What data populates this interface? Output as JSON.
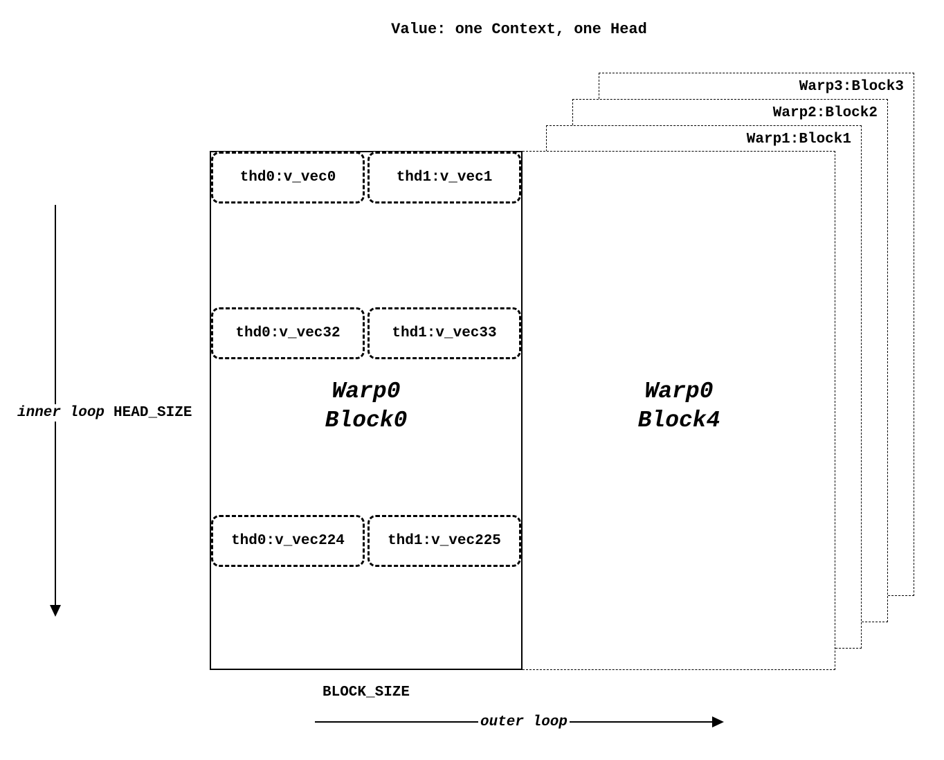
{
  "title": "Value: one Context, one Head",
  "background_blocks": [
    {
      "label": "Warp3:Block3"
    },
    {
      "label": "Warp2:Block2"
    },
    {
      "label": "Warp1:Block1"
    }
  ],
  "solid_block": {
    "label_line1": "Warp0",
    "label_line2": "Block0"
  },
  "front_dashed_block": {
    "label_line1": "Warp0",
    "label_line2": "Block4"
  },
  "thread_cells": [
    {
      "row": 0,
      "col": 0,
      "label": "thd0:v_vec0"
    },
    {
      "row": 0,
      "col": 1,
      "label": "thd1:v_vec1"
    },
    {
      "row": 1,
      "col": 0,
      "label": "thd0:v_vec32"
    },
    {
      "row": 1,
      "col": 1,
      "label": "thd1:v_vec33"
    },
    {
      "row": 2,
      "col": 0,
      "label": "thd0:v_vec224"
    },
    {
      "row": 2,
      "col": 1,
      "label": "thd1:v_vec225"
    }
  ],
  "annotations": {
    "inner_loop": "inner loop",
    "head_size": "HEAD_SIZE",
    "block_size": "BLOCK_SIZE",
    "outer_loop": "outer loop"
  }
}
